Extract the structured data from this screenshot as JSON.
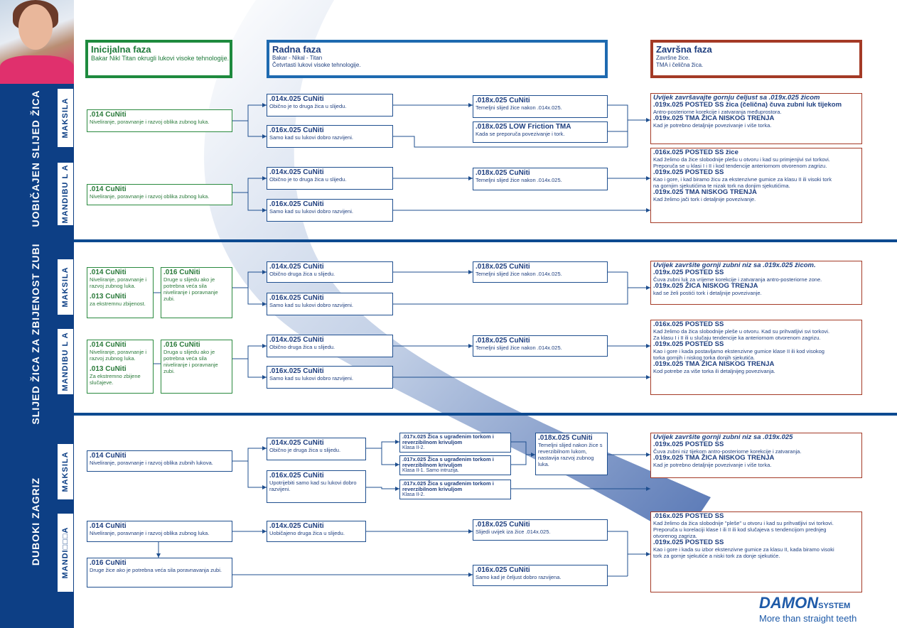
{
  "sidebar": {
    "group1": "UOBIČAJEN SLIJED ŽICA",
    "group2": "SLIJED ŽICA ZA ZBIJENOST ZUBI",
    "group3": "DUBOKI ZAGRIZ",
    "arch_maksila": "MAKSILA",
    "arch_mandibula": "MANDIBU L A",
    "arch_mandi3": "MANDI□□□A"
  },
  "phases": {
    "initial": {
      "title": "Inicijalna faza",
      "sub": "Bakar Nikl Titan okrugli lukovi visoke tehnologije."
    },
    "working": {
      "title": "Radna faza",
      "sub1": "Bakar - Nikal - Titan",
      "sub2": "Četvrtasti lukovi visoke tehnologije."
    },
    "final": {
      "title": "Završna faza",
      "sub1": "Završne žice.",
      "sub2": "TMA i čelična žica."
    }
  },
  "s1_max": {
    "init": {
      "t": ".014 CuNiti",
      "s": "Niveliranje, poravnanje i razvoj oblika zubnog luka."
    },
    "w1": {
      "t": ".014x.025 CuNiti",
      "s": "Obično je to druga žica u slijedu."
    },
    "w2": {
      "t": ".016x.025 CuNiti",
      "s": "Samo kad su lukovi dobro razvijeni."
    },
    "w3": {
      "t": ".018x.025 CuNiti",
      "s": "Temeljni slijed žice nakon .014x.025."
    },
    "w4": {
      "t": ".018x.025 LOW Friction TMA",
      "s": "Kada se preporuča povezivanje i tork."
    },
    "fin": [
      {
        "c": "i",
        "v": "Uvijek završavajte gornju čeljust sa .019x.025 žicom"
      },
      {
        "c": "b",
        "v": ".019x.025 POSTED SS žica (čelična) čuva zubni luk tijekom"
      },
      {
        "c": "s",
        "v": "Antro-posteriorne korekcije i zatvaranja međuprostora."
      },
      {
        "c": "b",
        "v": ".019x.025 TMA ŽICA NISKOG TRENJA"
      },
      {
        "c": "s",
        "v": "Kad je potrebno detaljnije povezivanje i više torka."
      }
    ]
  },
  "s1_man": {
    "init": {
      "t": ".014 CuNiti",
      "s": "Niveliranje, poravnanje i razvoj oblika zubnog luka."
    },
    "w1": {
      "t": ".014x.025 CuNiti",
      "s": "Obično je to druga žica u slijedu."
    },
    "w2": {
      "t": ".016x.025 CuNiti",
      "s": "Samo kad su lukovi dobro razvijeni."
    },
    "w3": {
      "t": ".018x.025 CuNiti",
      "s": "Temeljni slijed žice nakon .014x.025."
    },
    "fin": [
      {
        "c": "b",
        "v": ".016x.025 POSTED SS žice"
      },
      {
        "c": "s",
        "v": "Kad želimo da žice slobodnije plešu u otvoru i kad su primjenjivi svi torkovi."
      },
      {
        "c": "s",
        "v": "Preporuča se u klasi I i II i kod tendencije anteriornom otvorenom zagrizu."
      },
      {
        "c": "b",
        "v": ".019x.025 POSTED SS"
      },
      {
        "c": "s",
        "v": "Kao i gore, i kad biramo žicu za ekstenzivne gumice za klasu II ili visoki tork"
      },
      {
        "c": "s",
        "v": "na gornjim sjekutićima te nizak tork na donjim sjekutićima."
      },
      {
        "c": "b",
        "v": ".019x.025 TMA NISKOG TRENJA"
      },
      {
        "c": "s",
        "v": "Kad želimo jači tork i detaljnije povezivanje."
      }
    ]
  },
  "s2_max": {
    "i1": {
      "t": ".014 CuNiti",
      "s": "Niveliranje, poravnanje i razvoj zubnog luka."
    },
    "i2": {
      "t": ".013 CuNiti",
      "s": "za ekstremnu zbijenost."
    },
    "i3": {
      "t": ".016 CuNiti",
      "s": "Druge u slijedu ako je potrebna veća sila niveliranje i poravnanje zubi."
    },
    "w1": {
      "t": ".014x.025 CuNiti",
      "s": "Obično druga žica u slijedu."
    },
    "w2": {
      "t": ".016x.025 CuNiti",
      "s": "Samo kad su lukovi dobro razvijeni."
    },
    "w3": {
      "t": ".018x.025 CuNiti",
      "s": "Temeljni slijed žice nakon .014x.025."
    },
    "fin": [
      {
        "c": "i",
        "v": "Uvijek završite gornji zubni niz sa .019x.025 žicom."
      },
      {
        "c": "b",
        "v": ".019x.025 POSTED SS"
      },
      {
        "c": "s",
        "v": "Čuva zubni luk za vrijeme korekcije i zatvaranja antro-posteriorne zone."
      },
      {
        "c": "b",
        "v": ".019x.025 ŽICA NISKOG TRENJA"
      },
      {
        "c": "s",
        "v": "kad se želi postići tork i detaljnije povezivanje."
      }
    ]
  },
  "s2_man": {
    "i1": {
      "t": ".014 CuNiti",
      "s": "Niveliranje, poravnanje i razvoj zubnog luka."
    },
    "i2": {
      "t": ".013 CuNiti",
      "s": "Za ekstremno zbijene slučajeve."
    },
    "i3": {
      "t": ".016 CuNiti",
      "s": "Druga u slijedu ako je potrebna veća sila niveliranje i poravnanje zubi."
    },
    "w1": {
      "t": ".014x.025 CuNiti",
      "s": "Obično druga žica u slijedu."
    },
    "w2": {
      "t": ".016x.025 CuNiti",
      "s": "Samo kad su lukovi dobro razvijeni."
    },
    "w3": {
      "t": ".018x.025 CuNiti",
      "s": "Temeljni slijed žice nakon .014x.025."
    },
    "fin": [
      {
        "c": "b",
        "v": ".016x.025 POSTED SS"
      },
      {
        "c": "s",
        "v": "Kad želimo da žica slobodnije pleše u otvoru. Kad su prihvatljivi svi torkovi."
      },
      {
        "c": "s",
        "v": "Za klasu I i II ili u slučaju tendencije ka anteriornom otvorenom zagrizu."
      },
      {
        "c": "b",
        "v": ".019x.025 POSTED SS"
      },
      {
        "c": "s",
        "v": "Kao i gore i kada postavljamo ekstenzivne gumice klase II ili kod visokog"
      },
      {
        "c": "s",
        "v": "torka gornjih i niskog torka donjih sjekutića."
      },
      {
        "c": "b",
        "v": ".019x.025 TMA ŽICA NISKOG TRENJA"
      },
      {
        "c": "s",
        "v": "Kod potrebe za više torka ili detaljnijeg povezivanja."
      }
    ]
  },
  "s3_max": {
    "init": {
      "t": ".014 CuNiti",
      "s": "Niveliranje, poravnanje i razvoj oblika zubnih lukova."
    },
    "w1": {
      "t": ".014x.025 CuNiti",
      "s": "Obično je druga žica u slijedu."
    },
    "w2": {
      "t": ".016x.025 CuNiti",
      "s": "Upotrijebiti samo kad su lukovi dobro razvijeni."
    },
    "r1": {
      "t": ".017x.025 Žica s ugrađenim torkom i reverzibilnom krivuljom",
      "s": "Klasa II-2."
    },
    "r2": {
      "t": ".017x.025 Žica s ugrađenim torkom i reverzibilnom krivuljom",
      "s": "Klasa II-1. Samo intruzija."
    },
    "r3": {
      "t": ".017x.025 Žica s ugrađenim torkom i reverzibilnom krivuljom",
      "s": "Klasa II-2."
    },
    "w4": {
      "t": ".018x.025 CuNiti",
      "s": "Temeljni slijed nakon žice s reverzibilnom lukom, nastavija razvoj zubnog luka."
    },
    "fin": [
      {
        "c": "i",
        "v": "Uvijek završite gornji zubni niz sa .019x.025"
      },
      {
        "c": "b",
        "v": ".019x.025 POSTED SS"
      },
      {
        "c": "s",
        "v": "Čuva zubni niz tijekom antro-posteriorne korekcije i zatvaranja."
      },
      {
        "c": "b",
        "v": ".019x.025 TMA ŽICA NISKOG TRENJA"
      },
      {
        "c": "s",
        "v": "Kad je potrebno detaljnije povezivanje i više torka."
      }
    ]
  },
  "s3_man": {
    "init": {
      "t": ".014 CuNiti",
      "s": "Niveliranje, poravnanje i razvoj oblika zubnog luka."
    },
    "i2": {
      "t": ".016 CuNiti",
      "s": "Druge žice ako je potrebna veća sila poravnavanja zubi."
    },
    "w1": {
      "t": ".014x.025 CuNiti",
      "s": "Uobičajeno druga žica u slijedu."
    },
    "w2": {
      "t": ".018x.025 CuNiti",
      "s": "Slijedi uvijek iza žice .014x.025."
    },
    "w3": {
      "t": ".016x.025 CuNiti",
      "s": "Samo kad je čeljust dobro razvijena."
    },
    "fin": [
      {
        "c": "b",
        "v": ".016x.025 POSTED SS"
      },
      {
        "c": "s",
        "v": "Kad želimo da žica slobodnije \"pleše\" u otvoru i kad su prihvatljivi svi torkovi."
      },
      {
        "c": "s",
        "v": "Preporuča u korelaciji klase I ili II ili kod slučajeva s tendencijom prednjeg"
      },
      {
        "c": "s",
        "v": "otvorenog zagriza."
      },
      {
        "c": "b",
        "v": ".019x.025 POSTED SS"
      },
      {
        "c": "s",
        "v": "Kao i gore i kada su izbor ekstenzivne gumice za klasu II, kada biramo visoki"
      },
      {
        "c": "s",
        "v": "tork za gornje sjekutiće a niski tork za donje sjekutiće."
      }
    ]
  },
  "logo": {
    "brand": "DAMON",
    "sys": "SYSTEM",
    "tagline": "More than straight teeth"
  },
  "colors": {
    "navy": "#0d3f85",
    "green": "#2a8a3e",
    "blue": "#1e5aa8",
    "red": "#a43a26"
  }
}
